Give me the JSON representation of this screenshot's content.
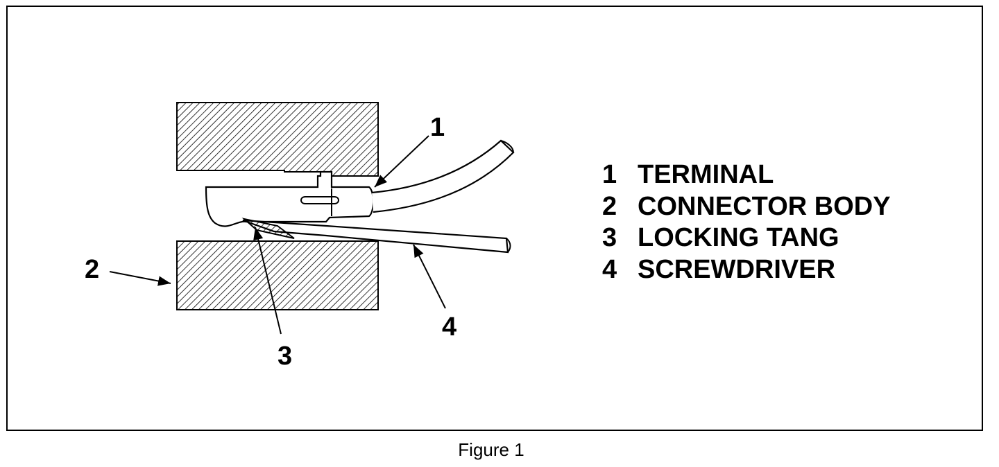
{
  "callouts": {
    "c1": "1",
    "c2": "2",
    "c3": "3",
    "c4": "4"
  },
  "legend": {
    "items": [
      {
        "number": "1",
        "label": "TERMINAL"
      },
      {
        "number": "2",
        "label": "CONNECTOR BODY"
      },
      {
        "number": "3",
        "label": "LOCKING TANG"
      },
      {
        "number": "4",
        "label": "SCREWDRIVER"
      }
    ]
  },
  "caption": "Figure 1"
}
